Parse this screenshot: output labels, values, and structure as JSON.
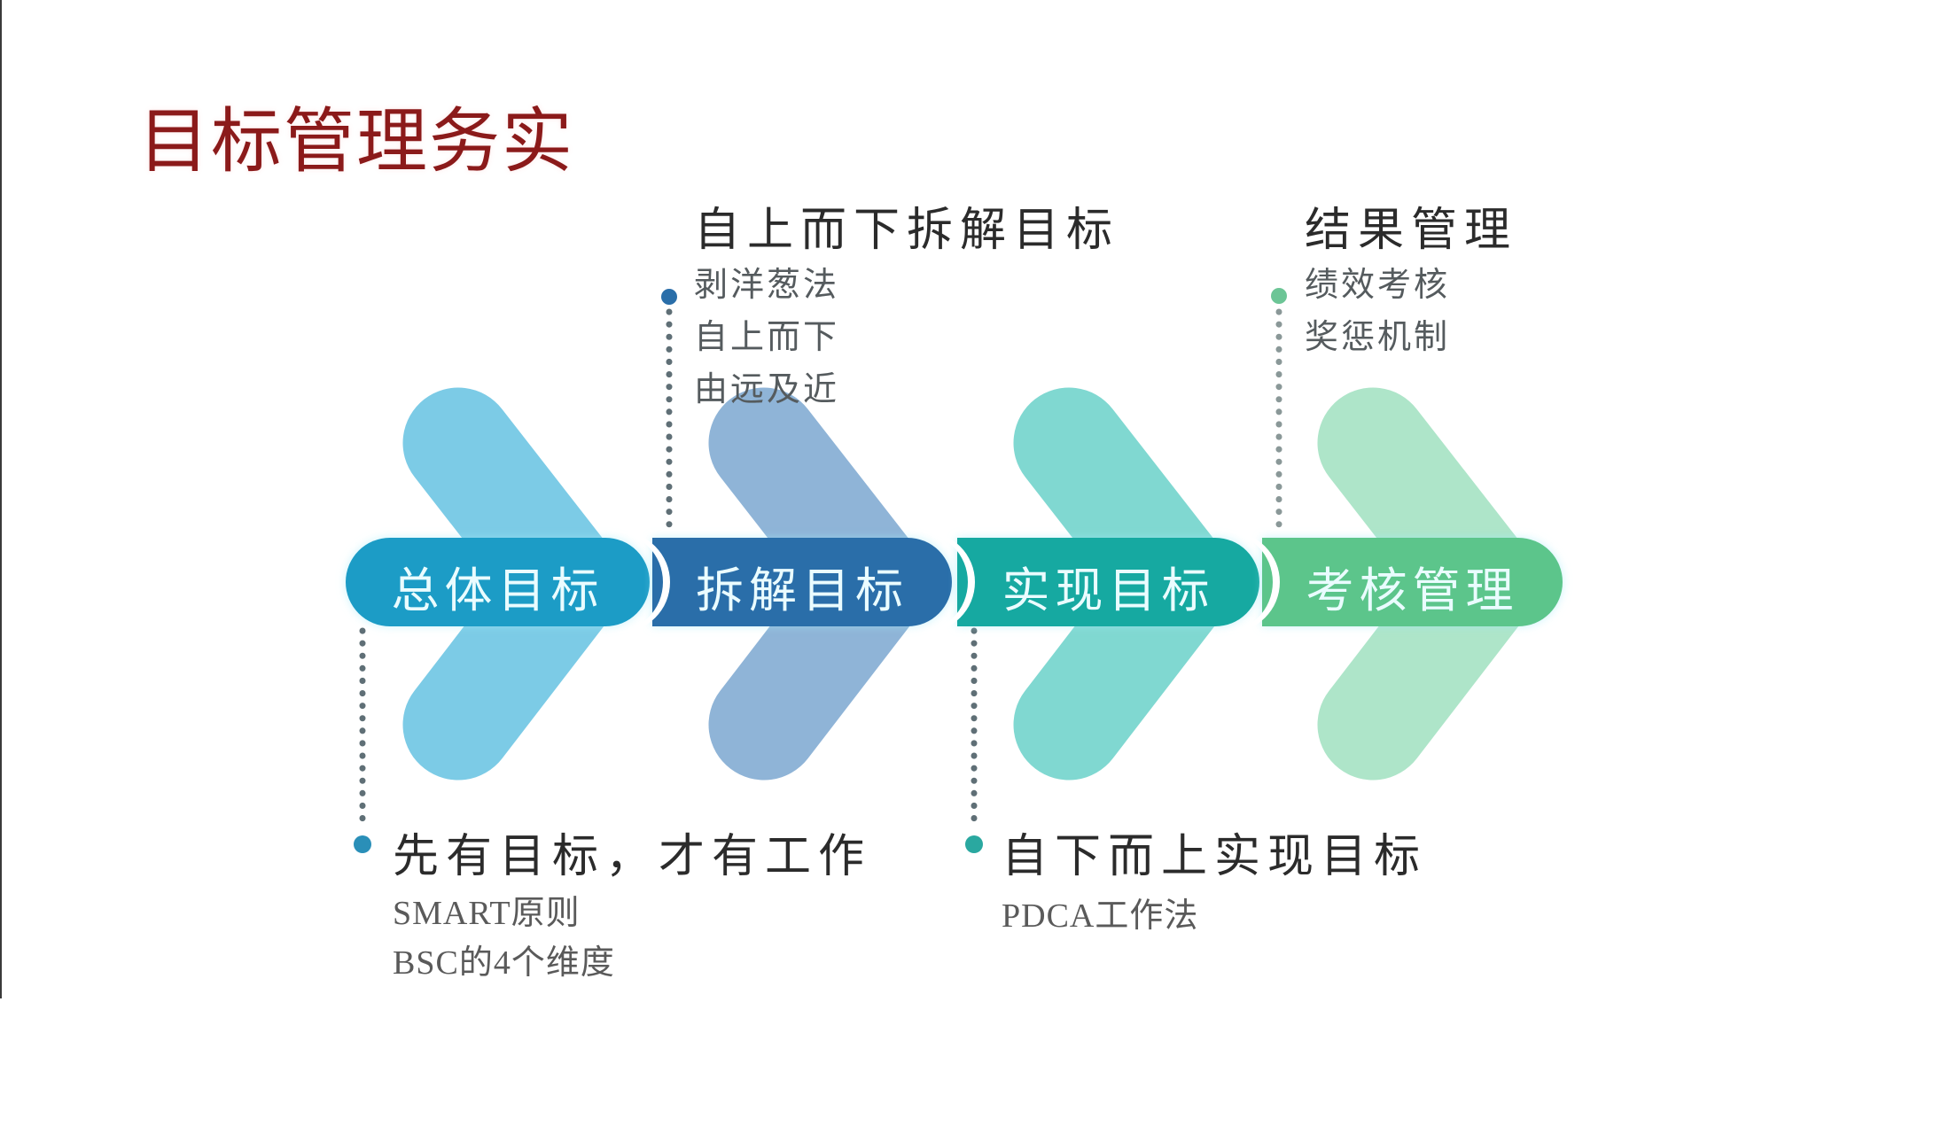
{
  "title": "目标管理务实",
  "colors": {
    "title": "#8b1a1a",
    "step1_pill": "#1c9cc6",
    "step2_pill": "#2a6ea9",
    "step3_pill": "#16a9a1",
    "step4_pill": "#5cc58b",
    "step1_chevron": "#7ccbe6",
    "step2_chevron": "#8fb4d7",
    "step3_chevron": "#80d8d1",
    "step4_chevron": "#aee5c9",
    "dotted_line": "#5f6f76"
  },
  "steps": [
    {
      "label": "总体目标",
      "icon": "chevron-right-icon"
    },
    {
      "label": "拆解目标",
      "icon": "chevron-right-icon"
    },
    {
      "label": "实现目标",
      "icon": "chevron-right-icon"
    },
    {
      "label": "考核管理",
      "icon": "chevron-right-icon"
    }
  ],
  "annotations": {
    "top_left": {
      "heading": "自上而下拆解目标",
      "items": [
        "剥洋葱法",
        "自上而下",
        "由远及近"
      ]
    },
    "top_right": {
      "heading": "结果管理",
      "items": [
        "绩效考核",
        "奖惩机制"
      ]
    },
    "bottom_left": {
      "heading": "先有目标，才有工作",
      "items": [
        "SMART原则",
        "BSC的4个维度"
      ]
    },
    "bottom_right": {
      "heading": "自下而上实现目标",
      "items": [
        "PDCA工作法"
      ]
    }
  }
}
